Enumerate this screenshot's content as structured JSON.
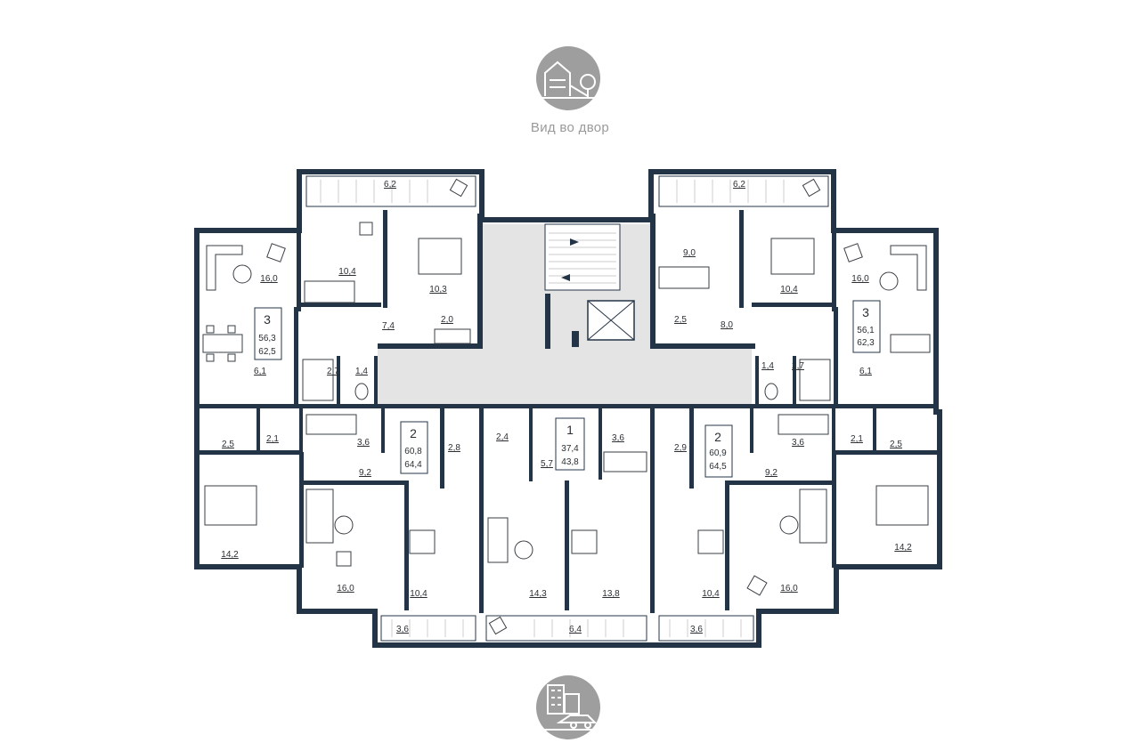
{
  "compass": {
    "top_icon": "courtyard-playground-icon",
    "top_caption": "Вид во двор",
    "bottom_icon": "street-city-icon"
  },
  "colors": {
    "wall": "#243447",
    "common_area": "#e4e4e4",
    "caption": "#9a9a9a"
  },
  "apartments": [
    {
      "id": "apt-left-3",
      "rooms": "3",
      "living_area": "56,3",
      "total_area": "62,5"
    },
    {
      "id": "apt-right-3",
      "rooms": "3",
      "living_area": "56,1",
      "total_area": "62,3"
    },
    {
      "id": "apt-left-2",
      "rooms": "2",
      "living_area": "60,8",
      "total_area": "64,4"
    },
    {
      "id": "apt-center-1",
      "rooms": "1",
      "living_area": "37,4",
      "total_area": "43,8"
    },
    {
      "id": "apt-right-2",
      "rooms": "2",
      "living_area": "60,9",
      "total_area": "64,5"
    }
  ],
  "room_areas": {
    "l3_balcony": "6,2",
    "l3_bedroom": "10,4",
    "l3_bedroom2": "10,3",
    "l3_living": "16,0",
    "l3_hall": "7,4",
    "l3_wc": "2,0",
    "l3_kitchen": "6,1",
    "l3_bath": "2,7",
    "l3_toilet": "1,4",
    "r3_balcony": "6,2",
    "r3_bedroom": "9,0",
    "r3_bedroom2": "10,4",
    "r3_living": "16,0",
    "r3_closet": "2,5",
    "r3_hall": "8,0",
    "r3_kitchen": "6,1",
    "r3_toilet": "1,4",
    "r3_bath": "2,7",
    "l2_wc": "2,5",
    "l2_closet": "2,1",
    "l2_bath": "3,6",
    "l2_hall": "9,2",
    "l2_storage": "2,8",
    "l2_bedroom": "14,2",
    "l2_living": "16,0",
    "l2_kitchen": "10,4",
    "l2_balcony": "3,6",
    "c1_corridor": "2,4",
    "c1_hall": "5,7",
    "c1_bath": "3,6",
    "c1_living": "14,3",
    "c1_kitchen": "13,8",
    "c1_balcony": "6,4",
    "r2_storage": "2,9",
    "r2_hall": "9,2",
    "r2_bath": "3,6",
    "r2_closet": "2,1",
    "r2_wc": "2,5",
    "r2_bedroom": "14,2",
    "r2_living": "16,0",
    "r2_kitchen": "10,4",
    "r2_balcony": "3,6"
  }
}
